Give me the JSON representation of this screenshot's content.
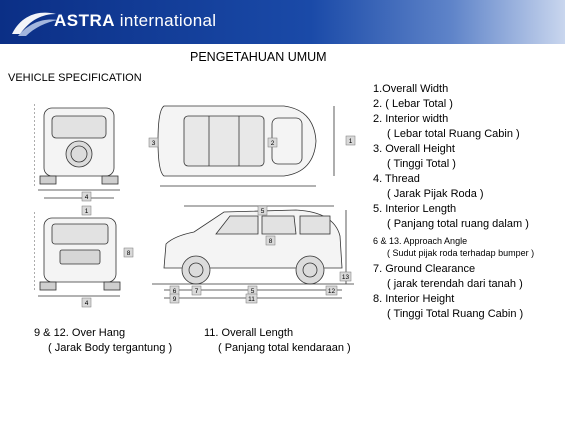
{
  "header": {
    "brand_bold": "ASTRA",
    "brand_light": "international"
  },
  "page_title": "PENGETAHUAN UMUM",
  "section_label": "VEHICLE SPECIFICATION",
  "callouts": {
    "n1": "1",
    "n2": "2",
    "n3": "3",
    "n4": "4",
    "n5": "5",
    "n6": "6",
    "n7": "7",
    "n8": "8",
    "n9": "9",
    "n11": "11",
    "n12": "12",
    "n13": "13"
  },
  "legend": {
    "items": [
      {
        "title": "1.Overall Width",
        "sub": ""
      },
      {
        "title": "2.    ( Lebar Total )",
        "sub": ""
      },
      {
        "title": "2. Interior width",
        "sub": "( Lebar total Ruang Cabin )"
      },
      {
        "title": "3. Overall Height",
        "sub": "( Tinggi Total )"
      },
      {
        "title": "4. Thread",
        "sub": "( Jarak Pijak Roda )"
      },
      {
        "title": "5. Interior Length",
        "sub": "( Panjang total ruang dalam )"
      }
    ],
    "approach_title": "6 & 13. Approach Angle",
    "approach_sub": "( Sudut pijak roda terhadap bumper )",
    "items2": [
      {
        "title": "7. Ground Clearance",
        "sub": "( jarak terendah dari tanah )"
      },
      {
        "title": "8. Interior Height",
        "sub": "( Tinggi Total Ruang Cabin )"
      }
    ]
  },
  "bottom": {
    "overhang_title": "9 & 12. Over Hang",
    "overhang_sub": "( Jarak Body tergantung )",
    "length_title": "11. Overall Length",
    "length_sub": "( Panjang total kendaraan )"
  }
}
